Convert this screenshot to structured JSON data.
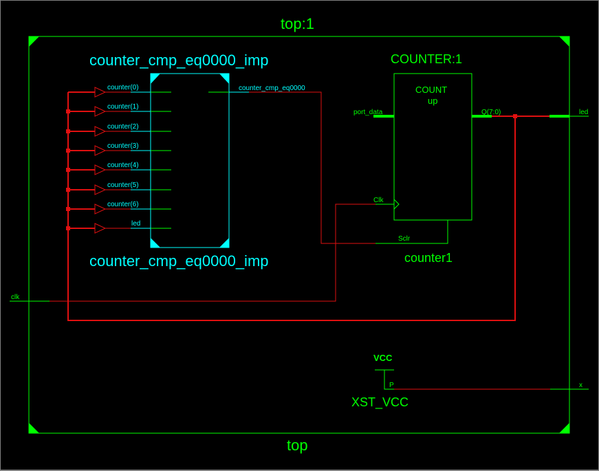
{
  "colors": {
    "background": "#000000",
    "module_green": "#00ff00",
    "instance_cyan": "#00ffff",
    "net_red": "#e01010"
  },
  "top_module": {
    "instance_label": "top:1",
    "name_label": "top",
    "ports": {
      "clk": "clk",
      "led": "led",
      "x": "x"
    }
  },
  "compare_block": {
    "title_top": "counter_cmp_eq0000_imp",
    "title_bottom": "counter_cmp_eq0000_imp",
    "inputs": [
      "counter(0)",
      "counter(1)",
      "counter(2)",
      "counter(3)",
      "counter(4)",
      "counter(5)",
      "counter(6)",
      "led"
    ],
    "output": "counter_cmp_eq0000"
  },
  "counter_block": {
    "instance_label": "COUNTER:1",
    "function_line1": "COUNT",
    "function_line2": "up",
    "name_label": "counter1",
    "pins": {
      "port_data": "port_data",
      "q": "Q(7:0)",
      "clk": "Clk",
      "sclr": "Sclr"
    }
  },
  "vcc_block": {
    "symbol_label": "VCC",
    "pin": "P",
    "name_label": "XST_VCC"
  }
}
